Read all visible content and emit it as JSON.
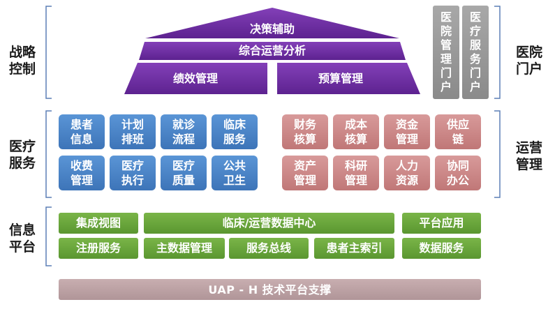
{
  "left_labels": {
    "strategy": "战略\n控制",
    "medical": "医疗\n服务",
    "info": "信息\n平台"
  },
  "right_labels": {
    "portal": "医院\n门户",
    "ops": "运营\n管理"
  },
  "pyramid": {
    "top": "决策辅助",
    "middle": "综合运营分析",
    "left": "绩效管理",
    "right": "预算管理"
  },
  "portals": [
    "医院管理门户",
    "医疗服务门户"
  ],
  "medical_services": [
    "患者\n信息",
    "计划\n排班",
    "就诊\n流程",
    "临床\n服务",
    "收费\n管理",
    "医疗\n执行",
    "医疗\n质量",
    "公共\n卫生"
  ],
  "operations": [
    "财务\n核算",
    "成本\n核算",
    "资金\n管理",
    "供应\n链",
    "资产\n管理",
    "科研\n管理",
    "人力\n资源",
    "协同\n办公"
  ],
  "platform": {
    "integrated_view": "集成视图",
    "data_center": "临床/运营数据中心",
    "platform_apps": "平台应用",
    "registration": "注册服务",
    "master_data": "主数据管理",
    "service_bus": "服务总线",
    "patient_index": "患者主索引",
    "data_services": "数据服务"
  },
  "foundation": "UAP - H 技术平台支撑",
  "colors": {
    "purple": "#6a2a9a",
    "blue": "#4a84c8",
    "pink": "#c98585",
    "green": "#68a53a",
    "gray": "#9a9a9a",
    "bracket": "#5b7fb5"
  }
}
